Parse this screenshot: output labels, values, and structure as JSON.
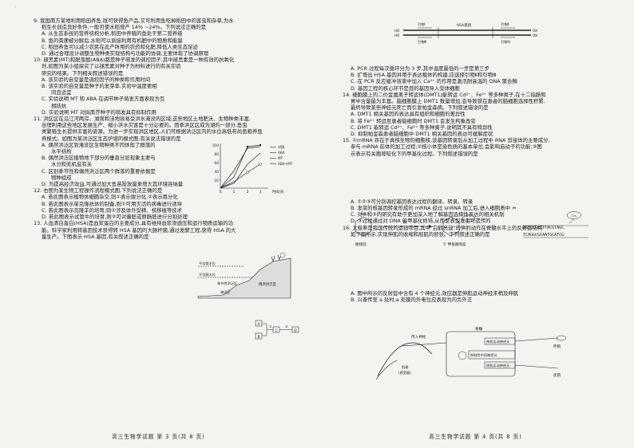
{
  "left": {
    "corner": "·",
    "q9": {
      "stem1": "9. 我国南方某地利用稻田养鱼,既可获得鱼产品,又可利用鱼吃掉稻田中的害虫和杂草,为水",
      "stem2": "稻生长创造良好条件,一般可使水稻增产 14% ~24%。下列说法正确的是",
      "A": "A. 从生态系统的营养结构分析,稻田中养殖的鱼处于第二营养级",
      "B": "B. 鱼的粪便被分解后,水稻可以直接利用有机肥中的物质和能量",
      "C": "C. 稻田养鱼可以减少农民在此产所用的农药和化肥,降低人类生态足迹",
      "D": "D. 通过合理设计调整生物种类实现结构与功能的协调,主要体现了协调原理"
    },
    "q10": {
      "stem1": "10. 褪黑素(MT)和脱落酸(ABA)都是种子萌发的调控因子,其中褪黑素是一种有效的抗氧化",
      "stem2": "剂,如图为某小组探究了以褪黑素对种子为材料进行的有关实验",
      "stem3": "研究的结果。下列相关叙述错误的是",
      "A1": "A. 该实验的自变量是调控因子的种类和作用时间",
      "B1": "B. 该实验的自变量是种子的发芽率,实验中温度要相",
      "B2": "同且适宜",
      "C1": "C. 实验说明 MT 和 ABA 在调节种子萌发方面表现为互",
      "C2": "相拮抗",
      "D": "D. 实验说明 MT 对拟南芥种子的萌发具有抑制作用"
    },
    "chart": {
      "legend": [
        "对照",
        "ABA",
        "MT",
        "ABA+MT"
      ],
      "xlabel": "时间/天",
      "xticks": [
        "0",
        "1",
        "2",
        "3"
      ],
      "yticks": [
        "100",
        "80",
        "60",
        "40",
        "20"
      ]
    },
    "q11": {
      "l1": "11. 洪区区在沿江河两岸、湖周和洼地容易受洪水淹没的区域,这些地区土地肥沃、生物种类丰富,",
      "l2": "合理利用这些地区发展生产、缩小洪水灾害是十分必要的。而季洪区区成为湖的一部分,鱼虫",
      "l3": "类繁殖生长提供丰富的资源。为进一步实现洪区地区,人们可根据洪泛区内的水位高低布局鱼粮养鱼",
      "l4": "养模式。如图为某洪泛区生态护坡的模式图,有关说法错误的是",
      "A1": "A. 偶然洪泛区到淹没区生物种类不同体现了群落的",
      "A2": "水平结构",
      "B1": "B. 偶然洪泛区植物地下部分的垂直分层现象主要与",
      "B2": "水分和无机盐有关",
      "C1": "C. 区别季节性和偶然洪泛区两个群落的重要依据是",
      "C2": "物种组成",
      "D": "D. 为提高经济效益,可通过加大鱼苗投放量来增大其环境容纳量"
    },
    "slope": {
      "label1": "平均常水位",
      "label2": "平均高水位",
      "label3": "季节性洪泛区",
      "label4": "偶然洪泛区",
      "label5": "淹没区"
    },
    "q12": {
      "stem": "12. 右图为某生物工程操作流程模式图,下列说法正确的是",
      "A": "A. 若此图表示植物体细胞杂交,则①表示脱分化,②表示再分化",
      "B": "B. 若此图表示单克隆抗体的制备,则①可用灭活的病毒进行诱导",
      "C": "C. 若此图表示克隆羊的培育,则②涉及体外受精、核移植等技术",
      "D": "D. 若此图表示试管牛的培育,则②可对囊胚或原肠胚进行分割处理"
    },
    "flow": {
      "a": "A",
      "b": "B",
      "c": "C",
      "d": "D",
      "n1": "①",
      "n2": "②"
    },
    "q13": {
      "l1": "13. 人血清白蛋白(HSA)是血浆蛋白的主要成分,具有维持血浆渗透压和运行物质运输的功",
      "l2": "能。科学家利用转基因技术获得转 HSA 基因的大肠杆菌,通过发酵工程,获得 HSA 的大",
      "l3": "量生产。下图表示 HSA 基因,有关叙述正确的是"
    },
    "footer": "高三生物学试题   第 3 页(共 8 页)"
  },
  "right": {
    "dna": {
      "top": "HSA基因",
      "p1": "引物Ⅰ",
      "p2": "引物Ⅱ",
      "p3": "引物Ⅲ",
      "p4": "引物Ⅳ",
      "ho1": "HO",
      "oh1": "OH",
      "ho2": "HO",
      "oh2": "OH"
    },
    "q13opts": {
      "A": "A. PCR 过程每次循环分为 3 步,其中温度最低的一步是第三步",
      "B": "B. 扩增出 HSA 基因并用于表达载体的构建,应选择引物Ⅱ和引物Ⅲ",
      "C": "C. 在 PCR 反应缓冲溶液中加入 Ca²⁺ 的作用是激活耐高温的 DNA 聚合酶",
      "D": "D. 基因工程的核心环节是目的基因导入受体细胞"
    },
    "q14": {
      "l1": "14. 细胞膜上的二价金属离子转运体(DMT1)能转运 Cd²⁺、Fe²⁺ 等多种离子,在十二指肠和",
      "l2": "胃中含量最为丰富。脑细胞膜上 DMT1 数量增加,会导致铁在患者的脑细胞选择性积累,",
      "l3": "最终导致某些神经元死亡而引发帕金森病。下列叙述错误的是",
      "A": "A. DMT1 相关基因的表达具有组织和细胞的差异性",
      "B": "B. 将 Fe²⁺ 转运至患者脑细胞时 DMT1 会发生构象改变",
      "C": "C. DMT1 能转运 Cd²⁺、Fe²⁺ 等多种离子,说明其不具有特异性",
      "D": "D. 抑制帕金森患者脑细胞中 DMT1 相关基因的表达可缓解症状"
    },
    "q15": {
      "l1": "15. ①mRNA 存在于真核生物的细胞核,该基因转录后从加工过程中 RNA 剪接体的主要成分,",
      "l2": "参与 mRNA 前体的加工过程;②核小体是染色质的基本单位,会影响启动子的功能;③图",
      "l3": "示表示有关胞嘧啶化下的甲基化过程。下列叙述错误的是",
      "cyt": "胞嘧啶",
      "enz": "酶",
      "mcyt": "5' 甲基胞嘧啶",
      "ch3": "CH₃",
      "seq1": "AGTCCGCGTTACGTAGC",
      "seq2": "TCAGGCGCAATGCATCG",
      "A": "A. ①②③可分别调控基因表达过程的翻译、转录、转录",
      "B": "B. 发菜的核基因转录形成的 mRNA 经过 snRNA 加工后,进入细胞质中 ↛",
      "C": "C. 对②和③的研究有助于更加深入地了解基因选择性表达的相关机制",
      "D": "D. ③过程通过对 DNA 的甲基化修饰,从而使表型发生可遗传的"
    },
    "q16": {
      "l1": "16. 太极拳是我国传统的运动项目,其中\"白鹤亮翅\"的伸肘动作在脊髓水平上的反射弧结构",
      "l2": "如下图所示,实现伸肌的收缩和屈肌的舒张。下列叙述正确的是",
      "n1": "传入神经",
      "n2": "脊髓",
      "n3": "伸肌运动神经元",
      "n4": "抑制性中间神经元",
      "n5": "屈肌运动神经元",
      "n6": "伸肌",
      "n7": "屈肌",
      "n8": "肌梭",
      "n9": "(感受器)",
      "A": "A. 图中所示的反射弧中含有 4 个神经元,效应器是伸肌运动神经末梢及伸肌",
      "B": "B. 兴奋传至 a 处时,a 处膜内外电位应表现为内负外正"
    },
    "footer": "高三生物学试题   第 4 页(共 8 页)"
  }
}
